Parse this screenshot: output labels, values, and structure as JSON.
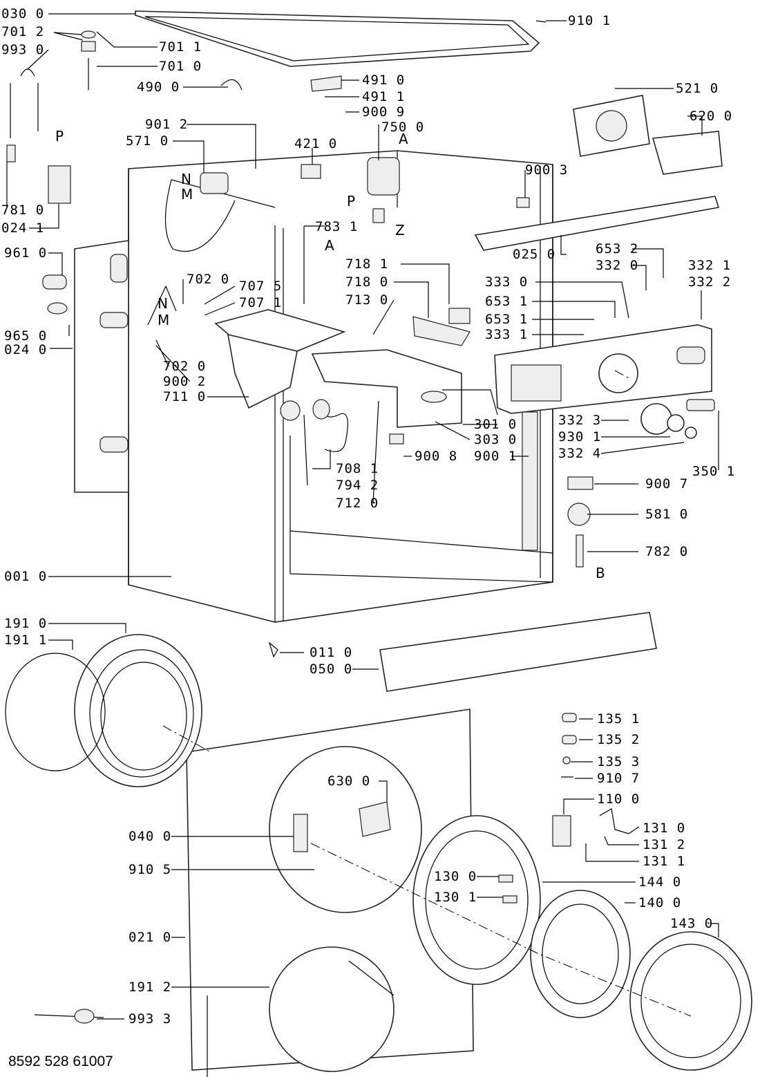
{
  "document_number": "8592 528 61007",
  "callout_letters": [
    "N",
    "M",
    "P",
    "A",
    "Z",
    "B"
  ],
  "part_labels": [
    "030 0",
    "701 2",
    "993 0",
    "701 1",
    "701 0",
    "910 1",
    "491 0",
    "490 0",
    "491 1",
    "900 9",
    "521 0",
    "750 0",
    "901 2",
    "571 0",
    "421 0",
    "620 0",
    "900 3",
    "781 0",
    "024 1",
    "025 0",
    "961 0",
    "783 1",
    "702 0",
    "707 5",
    "707 1",
    "718 1",
    "718 0",
    "713 0",
    "333 0",
    "653 2",
    "332 0",
    "332 1",
    "332 2",
    "653 1",
    "653 1",
    "333 1",
    "965 0",
    "024 0",
    "702 0",
    "900 2",
    "711 0",
    "301 0",
    "303 0",
    "900 1",
    "332 3",
    "930 1",
    "332 4",
    "350 1",
    "708 1",
    "794 2",
    "712 0",
    "900 8",
    "900 7",
    "581 0",
    "782 0",
    "001 0",
    "191 0",
    "191 1",
    "011 0",
    "050 0",
    "135 1",
    "135 2",
    "135 3",
    "910 7",
    "630 0",
    "110 0",
    "040 0",
    "131 0",
    "131 2",
    "131 1",
    "910 5",
    "130 0",
    "144 0",
    "130 1",
    "140 0",
    "143 0",
    "021 0",
    "191 2",
    "993 3"
  ]
}
